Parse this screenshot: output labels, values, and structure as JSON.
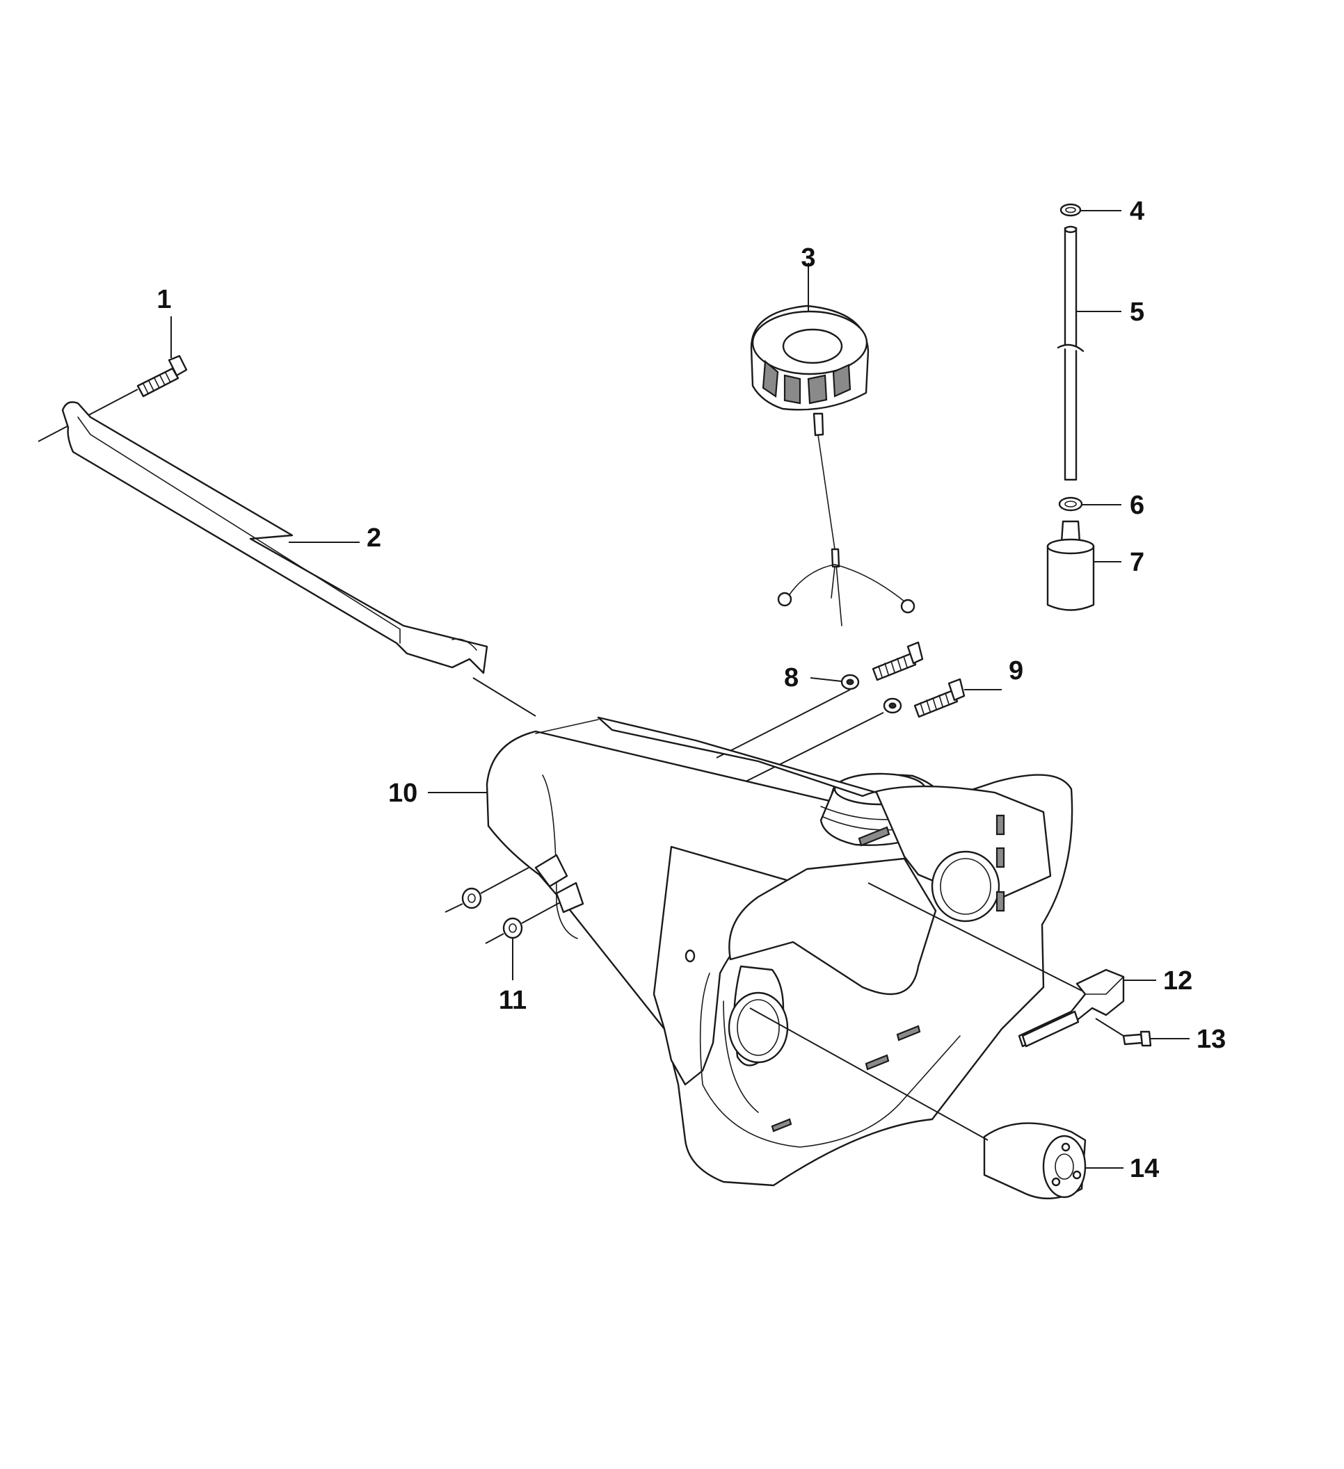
{
  "callouts": [
    {
      "id": "1",
      "label": "1"
    },
    {
      "id": "2",
      "label": "2"
    },
    {
      "id": "3",
      "label": "3"
    },
    {
      "id": "4",
      "label": "4"
    },
    {
      "id": "5",
      "label": "5"
    },
    {
      "id": "6",
      "label": "6"
    },
    {
      "id": "7",
      "label": "7"
    },
    {
      "id": "8",
      "label": "8"
    },
    {
      "id": "9",
      "label": "9"
    },
    {
      "id": "10",
      "label": "10"
    },
    {
      "id": "11",
      "label": "11"
    },
    {
      "id": "12",
      "label": "12"
    },
    {
      "id": "13",
      "label": "13"
    },
    {
      "id": "14",
      "label": "14"
    }
  ],
  "colors": {
    "ink": "#1a1a1a",
    "paper": "#ffffff"
  }
}
